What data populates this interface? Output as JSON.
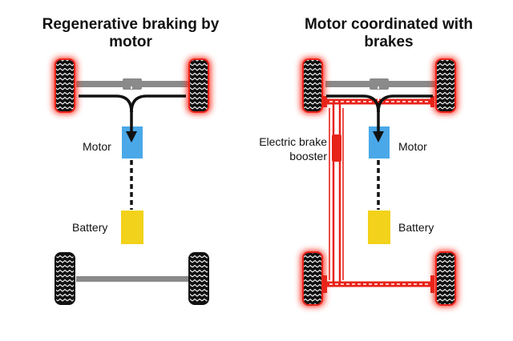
{
  "left_panel": {
    "title_line1": "Regenerative braking by",
    "title_line2": "motor",
    "motor_label": "Motor",
    "battery_label": "Battery"
  },
  "right_panel": {
    "title_line1": "Motor coordinated with",
    "title_line2": "brakes",
    "booster_label_line1": "Electric brake",
    "booster_label_line2": "booster",
    "motor_label": "Motor",
    "battery_label": "Battery"
  },
  "colors": {
    "motor": "#4aa8e8",
    "battery": "#f2d21a",
    "brake_line": "#e8231a",
    "axle": "#8a8a8a",
    "tire": "#111111",
    "glow": "#ff2a1a"
  }
}
